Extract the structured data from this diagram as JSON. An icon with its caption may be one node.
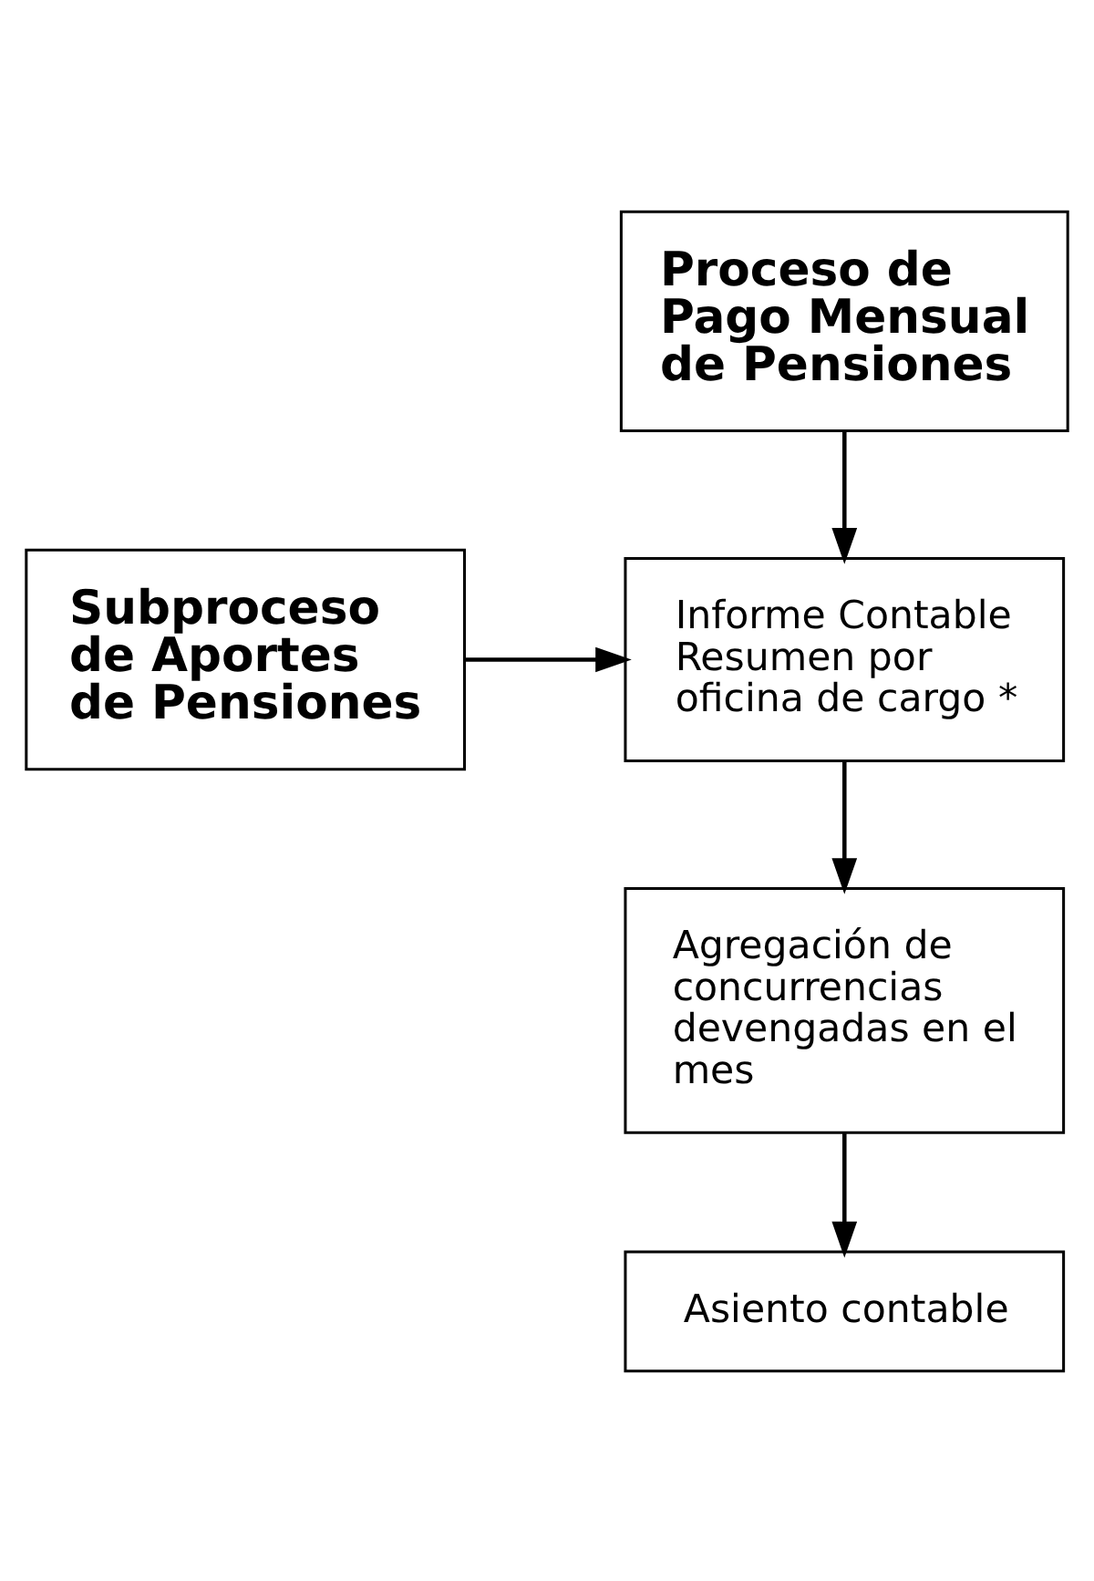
{
  "diagram": {
    "nodes": [
      {
        "text": [
          "Proceso de Pago Mensual de Pensiones"
        ]
      },
      {
        "text": [
          "Subproceso de Aportes de Pensiones"
        ]
      },
      {
        "text": [
          "Informe Contable Resumen por oficina de cargo *"
        ]
      },
      {
        "text": [
          "Agregación de concurrencias devengadas en el mes"
        ]
      },
      {
        "text": [
          "Asiento contable"
        ]
      }
    ],
    "edges": [
      {
        "from": 0,
        "to": 2,
        "arrow": "to"
      },
      {
        "from": 1,
        "to": 2,
        "arrow": "to"
      },
      {
        "from": 2,
        "to": 3,
        "arrow": "to"
      },
      {
        "from": 3,
        "to": 4,
        "arrow": "to"
      }
    ]
  }
}
